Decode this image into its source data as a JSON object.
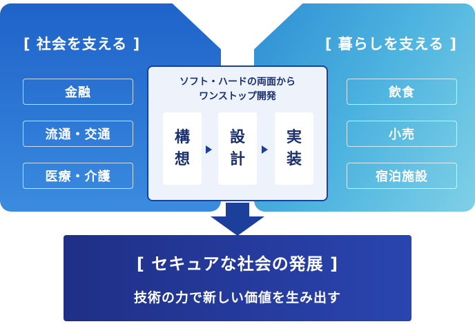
{
  "left_panel": {
    "title": "[ 社会を支える ]",
    "items": [
      "金融",
      "流通・交通",
      "医療・介護"
    ]
  },
  "right_panel": {
    "title": "[ 暮らしを支える ]",
    "items": [
      "飲食",
      "小売",
      "宿泊施設"
    ]
  },
  "center": {
    "title_line1": "ソフト・ハードの両面から",
    "title_line2": "ワンストップ開発",
    "steps": [
      {
        "line1": "構",
        "line2": "想"
      },
      {
        "line1": "設",
        "line2": "計"
      },
      {
        "line1": "実",
        "line2": "装"
      }
    ]
  },
  "bottom": {
    "title": "[ セキュアな社会の発展 ]",
    "subtitle": "技術の力で新しい価値を生み出す"
  },
  "colors": {
    "left_panel": "#2a70d0",
    "right_panel": "#4db3df",
    "navy": "#1b3f9b",
    "bottom": "#24399c"
  }
}
